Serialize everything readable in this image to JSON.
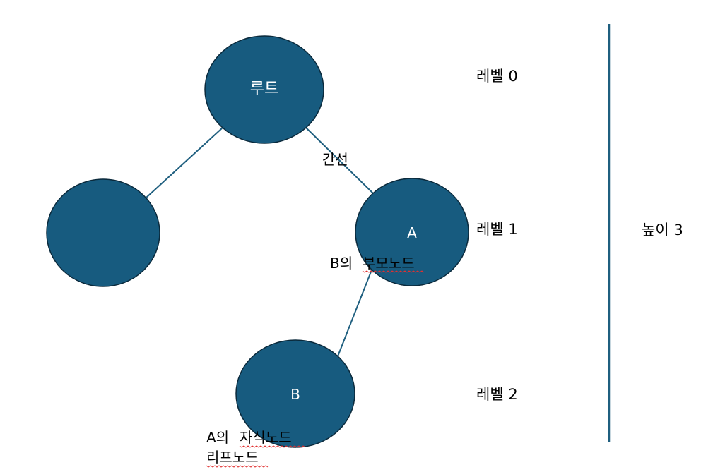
{
  "colors": {
    "node_fill": "#175b7f",
    "node_stroke": "#0b2a3c",
    "edge": "#1f5f7f",
    "height_bar": "#1f5f7f"
  },
  "nodes": {
    "root": {
      "label": "루트"
    },
    "left": {
      "label": ""
    },
    "a": {
      "label": "A"
    },
    "b": {
      "label": "B"
    }
  },
  "labels": {
    "edge": "간선",
    "parent_prefix": "B의",
    "parent_word": "부모노드",
    "child_prefix": "A의",
    "child_word": "자식노드",
    "leaf": "리프노드"
  },
  "levels": {
    "level0": "레벨 0",
    "level1": "레벨 1",
    "level2": "레벨 2"
  },
  "height": {
    "label": "높이 3"
  }
}
